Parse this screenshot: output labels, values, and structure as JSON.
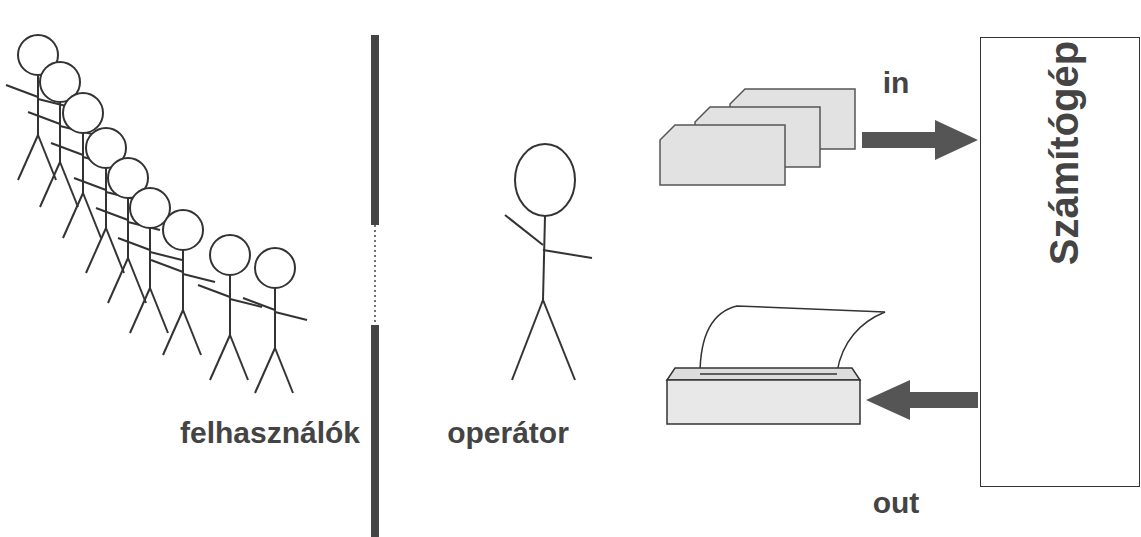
{
  "diagram": {
    "nodes": [
      {
        "text": [
          "Számítógép"
        ]
      }
    ],
    "labels": [
      "felhasználók",
      "operátor",
      "in",
      "out"
    ]
  }
}
